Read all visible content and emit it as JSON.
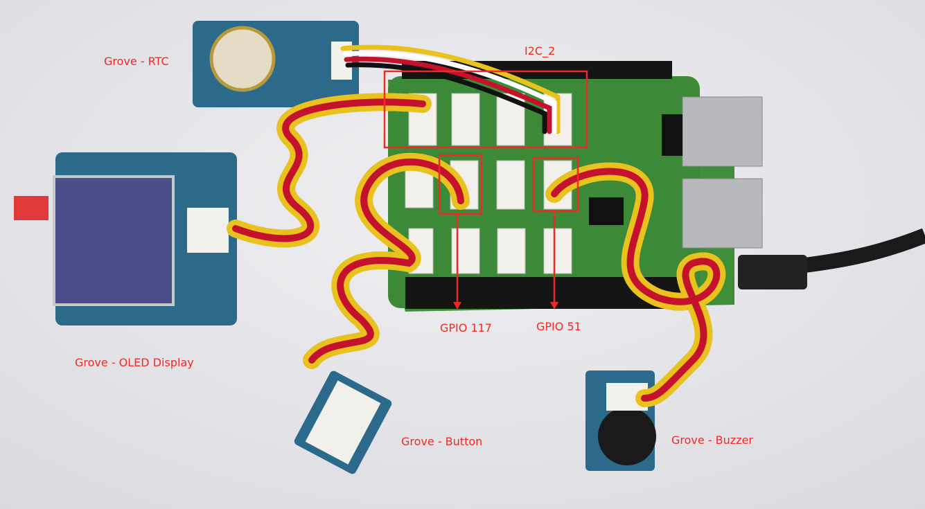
{
  "labels": {
    "rtc": "Grove - RTC",
    "i2c": "I2C_2",
    "oled": "Grove - OLED Display",
    "gpio117": "GPIO 117",
    "gpio51": "GPIO 51",
    "button": "Grove - Button",
    "buzzer": "Grove - Buzzer"
  },
  "colors": {
    "annotation": "#ee2a24",
    "board": "#3f8f3a",
    "module": "#2c6a8c"
  }
}
